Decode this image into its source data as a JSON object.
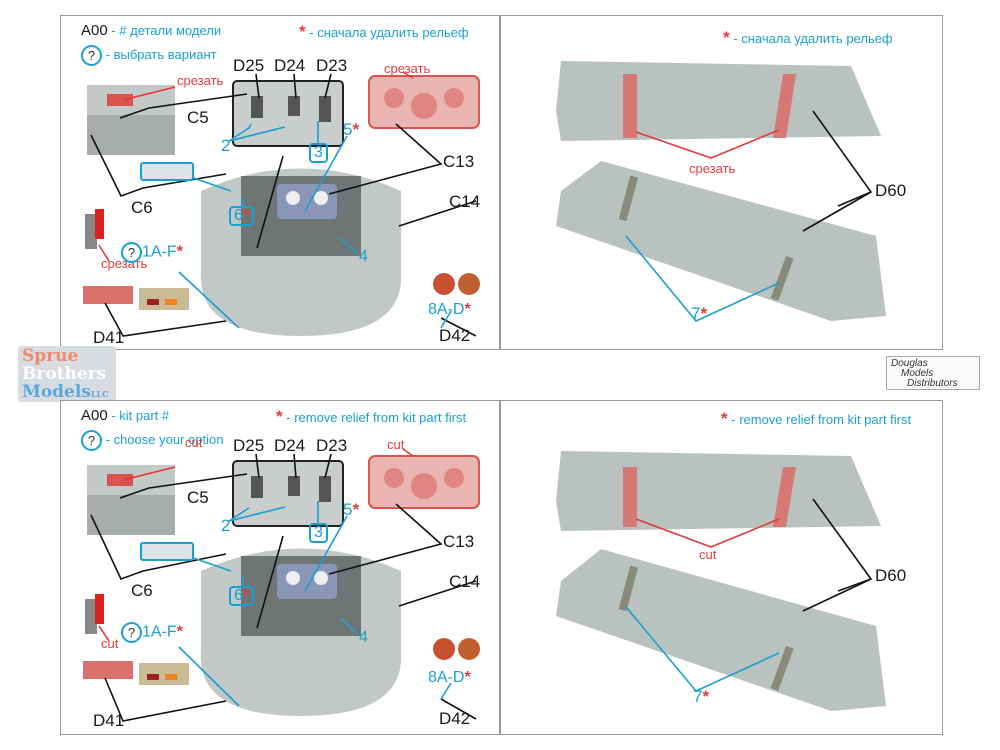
{
  "sections": {
    "ru": {
      "legend": {
        "part_code": "A00",
        "part_desc": "- # детали модели",
        "option_symbol": "?",
        "option_desc": "- выбрать вариант",
        "star_symbol": "*",
        "star_desc": "- сначала удалить рельеф"
      },
      "cut_label": "срезать",
      "labels": {
        "d25": "D25",
        "d24": "D24",
        "d23": "D23",
        "c5": "C5",
        "c6": "C6",
        "c13": "C13",
        "c14": "C14",
        "d41": "D41",
        "d42": "D42",
        "d60": "D60",
        "n1": "1A-F",
        "n2": "2",
        "n3": "3",
        "n4": "4",
        "n5": "5",
        "n6": "6",
        "n7": "7",
        "n8": "8A-D"
      }
    },
    "en": {
      "legend": {
        "part_code": "A00",
        "part_desc": "- kit part #",
        "option_symbol": "?",
        "option_desc": "- choose your option",
        "star_symbol": "*",
        "star_desc": "- remove relief from kit part first"
      },
      "cut_label": "cut",
      "labels": {
        "d25": "D25",
        "d24": "D24",
        "d23": "D23",
        "c5": "C5",
        "c6": "C6",
        "c13": "C13",
        "c14": "C14",
        "d41": "D41",
        "d42": "D42",
        "d60": "D60",
        "n1": "1A-F",
        "n2": "2",
        "n3": "3",
        "n4": "4",
        "n5": "5",
        "n6": "6",
        "n7": "7",
        "n8": "8A-D"
      }
    }
  },
  "logos": {
    "sprue_brothers": [
      "Sprue",
      "Brothers",
      "Models"
    ],
    "sprue_suffix": "LLC",
    "douglas": [
      "Douglas",
      "Models",
      "Distributors"
    ]
  },
  "colors": {
    "callout_blue": "#1aa0d0",
    "cut_red": "#e23b3b",
    "part_gray": "#b9c2be"
  }
}
